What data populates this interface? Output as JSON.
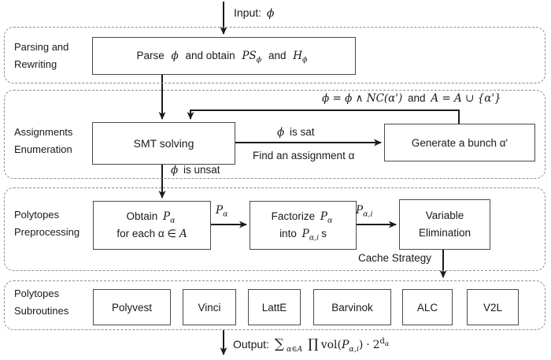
{
  "colors": {
    "background": "#ffffff",
    "line": "#1a1a1a",
    "box_border": "#4a4a4a",
    "dashed_border": "#8f8f8f",
    "text": "#1a1a1a"
  },
  "input": {
    "label": "Input:",
    "symbol": "ϕ"
  },
  "sections": [
    {
      "line1": "Parsing and",
      "line2": "Rewriting"
    },
    {
      "line1": "Assignments",
      "line2": "Enumeration"
    },
    {
      "line1": "Polytopes",
      "line2": "Preprocessing"
    },
    {
      "line1": "Polytopes",
      "line2": "Subroutines"
    }
  ],
  "parse_box": {
    "w1": "Parse",
    "m1": "ϕ",
    "w2": "and obtain",
    "m2": "PS",
    "m2sub": "ϕ",
    "w3": "and",
    "m3": "H",
    "m3sub": "ϕ"
  },
  "feedback_formula": {
    "m1": "ϕ = ϕ ∧ NC(α')",
    "w": "and",
    "m2": "A = A ∪ {α'}"
  },
  "smt_box": {
    "label": "SMT solving"
  },
  "generate_box": {
    "label": "Generate a bunch α'"
  },
  "sat_label": {
    "m": "ϕ",
    "w": "is sat"
  },
  "find_label": {
    "w": "Find an assignment α"
  },
  "unsat_label": {
    "m": "ϕ",
    "w": "is unsat"
  },
  "obtain_box": {
    "l1w": "Obtain",
    "l1m": "P",
    "l1sub": "α",
    "l2w": "for each α ∈",
    "l2a": "A"
  },
  "p_alpha_label": {
    "m": "P",
    "sub": "α"
  },
  "factorize_box": {
    "l1w": "Factorize",
    "l1m": "P",
    "l1sub": "α",
    "l2w": "into",
    "l2m": "P",
    "l2sub": "α,i",
    "l2s": "s"
  },
  "p_alpha_i_label": {
    "m": "P",
    "sub": "α,i"
  },
  "ve_box": {
    "l1": "Variable",
    "l2": "Elimination"
  },
  "cache_label": "Cache Strategy",
  "subroutines": [
    "Polyvest",
    "Vinci",
    "LattE",
    "Barvinok",
    "ALC",
    "V2L"
  ],
  "output": {
    "label": "Output:",
    "sum": "∑",
    "sum_sub": "α∈A",
    "prod": "∏",
    "vol": "vol(",
    "p": "P",
    "p_sub": "α,i",
    "close": ")",
    "cdot": "·",
    "two": "2",
    "d": "d",
    "d_sub": "α"
  }
}
